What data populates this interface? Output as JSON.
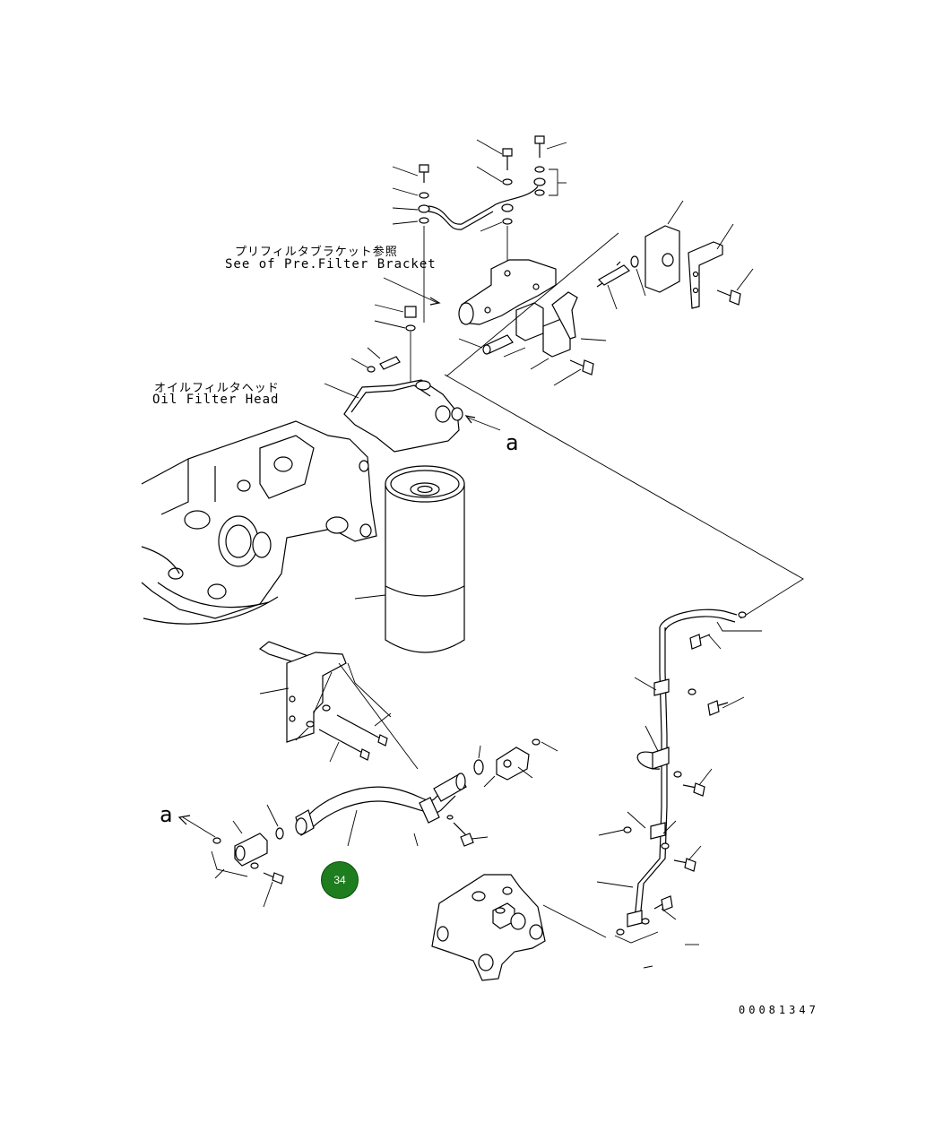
{
  "labels": {
    "pre_filter_bracket_jp": "プリフィルタブラケット参照",
    "pre_filter_bracket_en": "See of Pre.Filter Bracket",
    "oil_filter_head_jp": "オイルフィルタヘッド",
    "oil_filter_head_en": "Oil Filter Head",
    "view_marker_top": "a",
    "view_marker_bottom": "a"
  },
  "callout": {
    "number": "34",
    "color": "#1e7d1e"
  },
  "document_number": "00081347"
}
